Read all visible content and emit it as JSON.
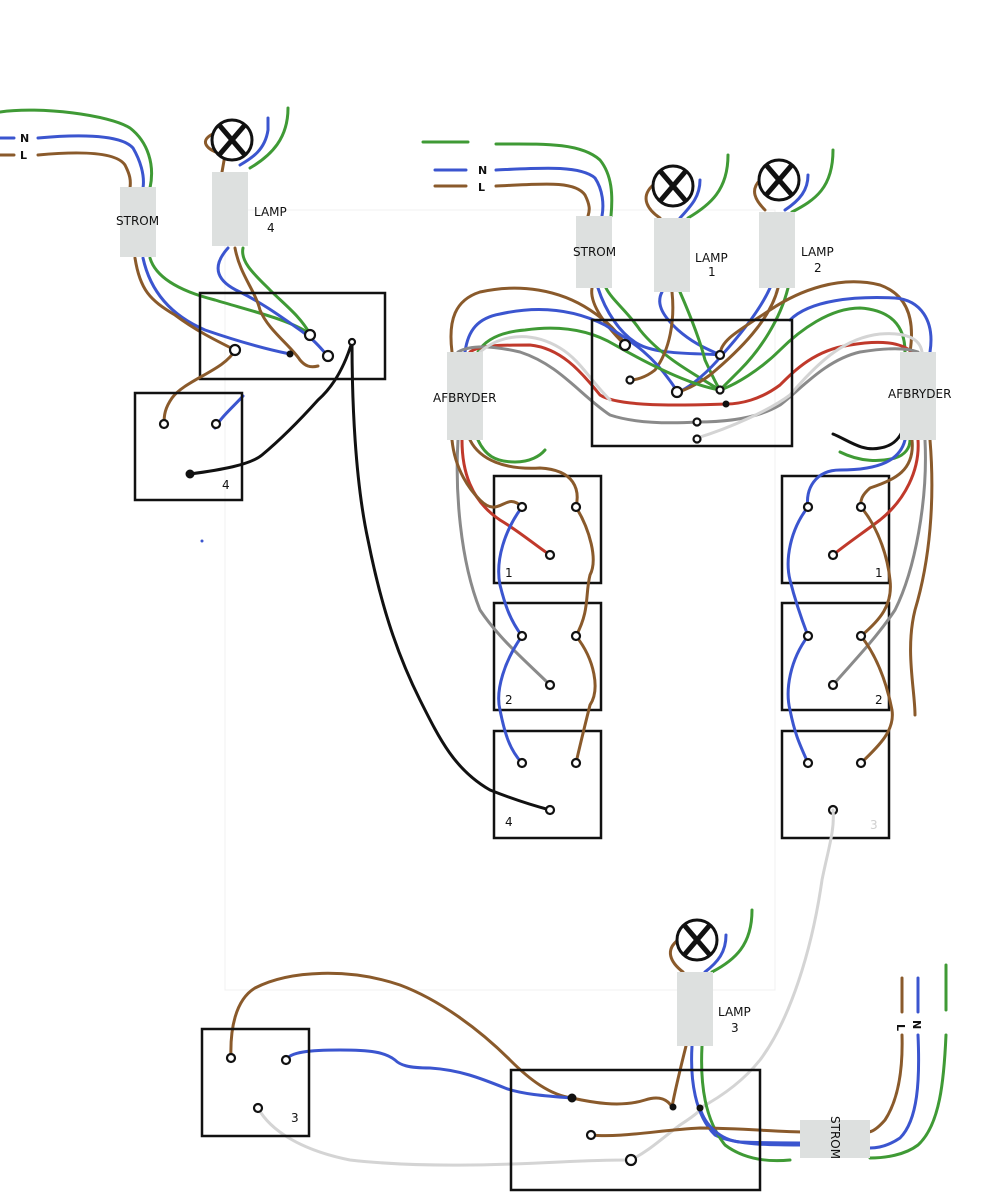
{
  "labels": {
    "strom": "STROM",
    "afbryder": "AFBRYDER",
    "lamp": "LAMP",
    "n": "N",
    "l": "L"
  },
  "lamps": {
    "lamp1_number": "1",
    "lamp2_number": "2",
    "lamp3_number": "3",
    "lamp4_number": "4"
  },
  "switches": {
    "left_1": "1",
    "left_2": "2",
    "left_4": "4",
    "right_1": "1",
    "right_2": "2",
    "right_3": "3",
    "single_4": "4",
    "single_3": "3"
  },
  "colors": {
    "brown": "#8a5a2b",
    "blue": "#3b55cf",
    "green": "#3f9a35",
    "red": "#c0392b",
    "grey": "#8a8a8a",
    "light_grey": "#d4d4d4",
    "black": "#111111"
  }
}
